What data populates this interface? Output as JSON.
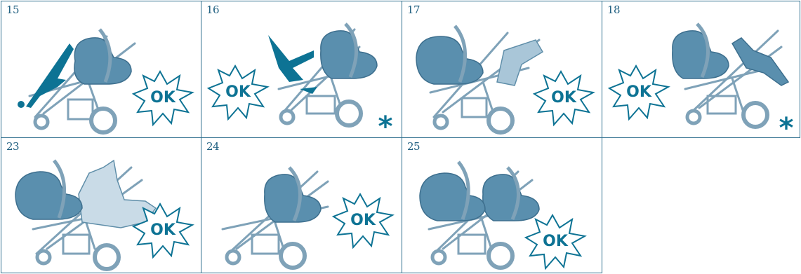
{
  "colors": {
    "frame": "#2e6f8e",
    "seat_dark": "#5a8fae",
    "seat_light": "#a9c6d8",
    "seat_pale": "#c9dbe7",
    "teal": "#0d7394",
    "outline": "#5f8ea9",
    "wheel": "#7fa2b8"
  },
  "ok_label": "OK",
  "asterisk": "*",
  "panels": [
    {
      "number": "15",
      "ok": true,
      "asterisk": false
    },
    {
      "number": "16",
      "ok": true,
      "asterisk": true
    },
    {
      "number": "17",
      "ok": true,
      "asterisk": false
    },
    {
      "number": "18",
      "ok": true,
      "asterisk": true
    },
    {
      "number": "23",
      "ok": true,
      "asterisk": false
    },
    {
      "number": "24",
      "ok": true,
      "asterisk": false
    },
    {
      "number": "25",
      "ok": true,
      "asterisk": false
    }
  ]
}
